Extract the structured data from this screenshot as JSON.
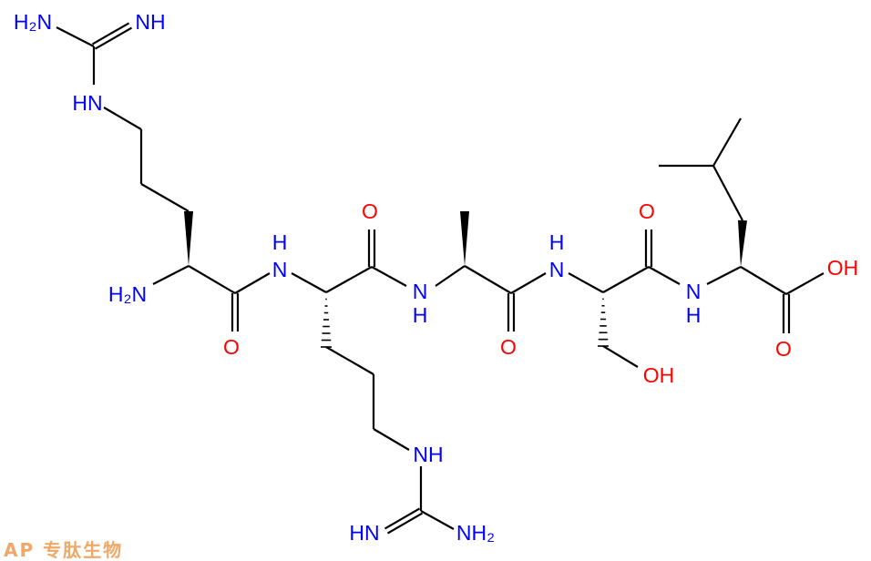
{
  "molecule": {
    "labels": {
      "arg1_guan_nh2": "H₂N",
      "arg1_guan_nh": "NH",
      "arg1_guan_hn": "HN",
      "arg1_alpha_nh2": "H₂N",
      "arg1_co_o": "O",
      "amide1_h": "H",
      "amide1_n": "N",
      "arg2_co_o": "O",
      "amide2_n": "N",
      "amide2_h": "H",
      "arg2_side_nh": "NH",
      "arg2_guan_hn": "HN",
      "arg2_guan_nh2": "NH₂",
      "ala_co_o": "O",
      "amide3_h": "H",
      "amide3_n": "N",
      "ser_oh": "OH",
      "ser_co_o": "O",
      "amide4_n": "N",
      "amide4_h": "H",
      "leu_cooh_oh": "OH",
      "leu_cooh_o": "O"
    },
    "colors": {
      "nitrogen": "#0000ff",
      "oxygen": "#ff0000",
      "bond": "#000000",
      "watermark": "#f0a868"
    }
  },
  "watermark": "AP 专肽生物"
}
